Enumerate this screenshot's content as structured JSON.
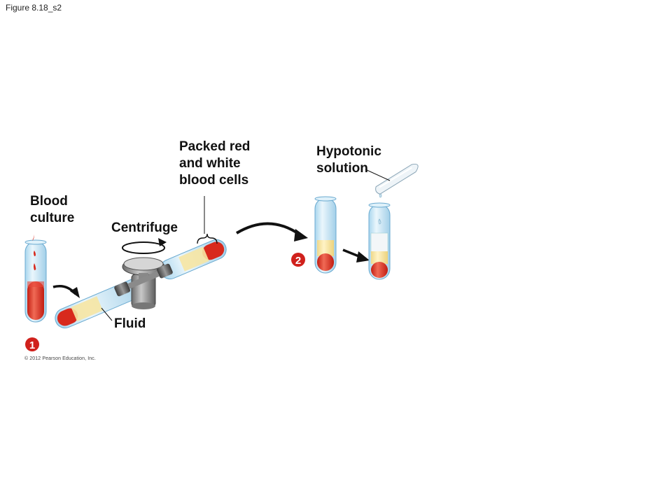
{
  "figure_label": "Figure 8.18_s2",
  "labels": {
    "blood_culture": [
      "Blood",
      "culture"
    ],
    "centrifuge": "Centrifuge",
    "packed_cells": [
      "Packed red",
      "and white",
      "blood cells"
    ],
    "hypotonic": [
      "Hypotonic",
      "solution"
    ],
    "fluid": "Fluid"
  },
  "steps": {
    "step1": "1",
    "step2": "2"
  },
  "copyright": "© 2012 Pearson Education, Inc.",
  "colors": {
    "blood_red": "#d8291c",
    "plasma_yellow": "#f6e6a3",
    "step_badge": "#d0211c",
    "tube_glass": "#cfe9f6",
    "tube_outline": "#6aaad0"
  }
}
